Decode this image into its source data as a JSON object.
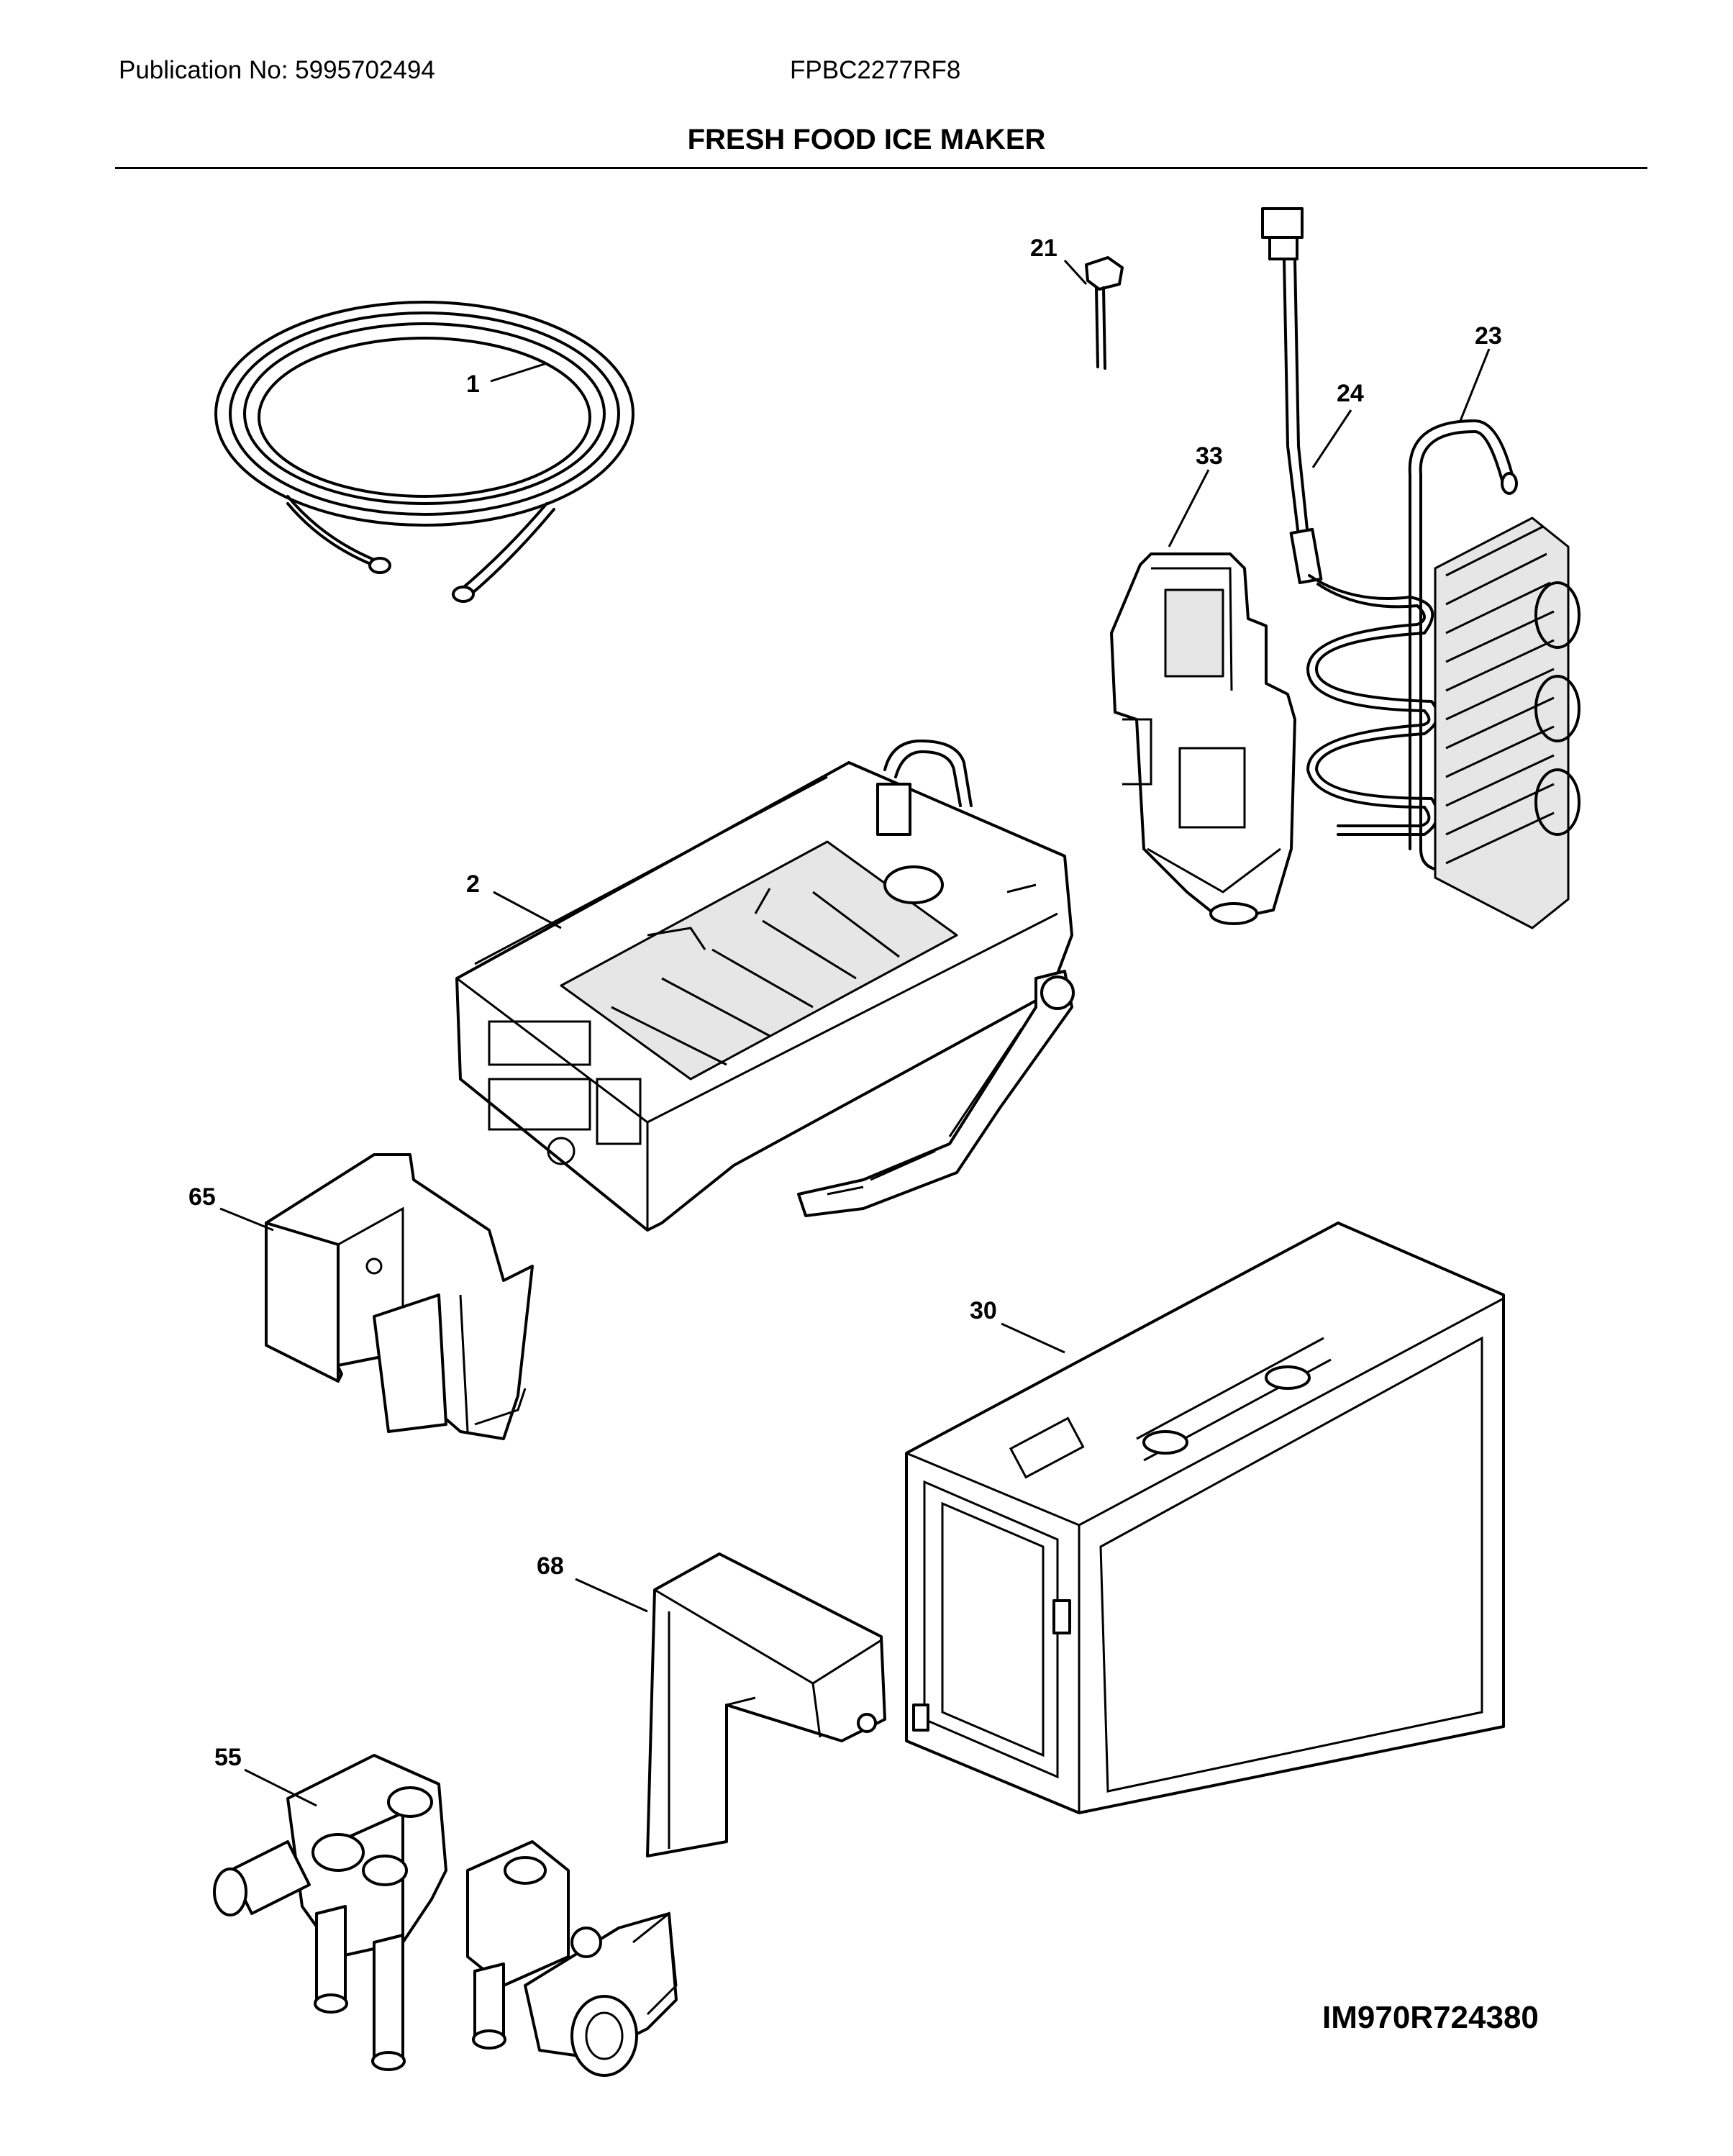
{
  "header": {
    "publication": "Publication No: 5995702494",
    "model": "FPBC2277RF8"
  },
  "title": "FRESH FOOD ICE MAKER",
  "diagram_code": "IM970R724380",
  "callouts": [
    "1",
    "2",
    "21",
    "23",
    "24",
    "33",
    "65",
    "30",
    "68",
    "55"
  ]
}
